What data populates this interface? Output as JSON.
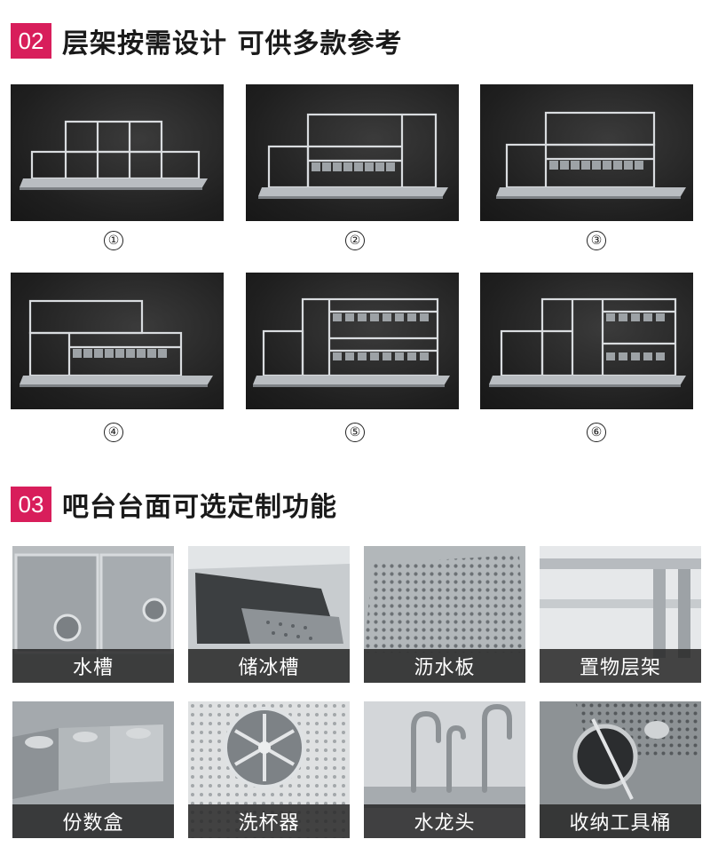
{
  "section2": {
    "number": "02",
    "title": "层架按需设计 可供多款参考"
  },
  "rack_options": [
    "①",
    "②",
    "③",
    "④",
    "⑤",
    "⑥"
  ],
  "section3": {
    "number": "03",
    "title": "吧台台面可选定制功能"
  },
  "features": [
    "水槽",
    "储冰槽",
    "沥水板",
    "置物层架",
    "份数盒",
    "洗杯器",
    "水龙头",
    "收纳工具桶"
  ],
  "colors": {
    "accent": "#d81e5b",
    "card_bg": "#1f1f1f",
    "caption_bg": "#2d2d2d",
    "steel": "#cfd3d6"
  }
}
